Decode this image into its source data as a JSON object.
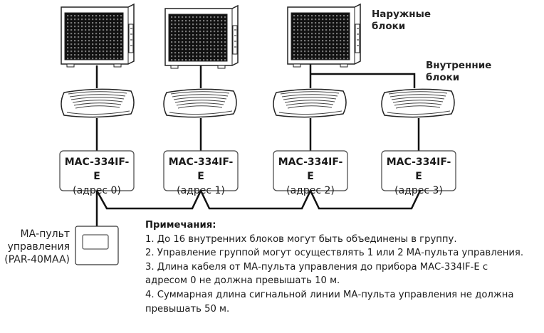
{
  "labels": {
    "outdoor": [
      "Наружные",
      "блоки"
    ],
    "indoor": [
      "Внутренние",
      "блоки"
    ]
  },
  "units": [
    {
      "model": "MAC-334IF-E",
      "address": "(адрес 0)"
    },
    {
      "model": "MAC-334IF-E",
      "address": "(адрес 1)"
    },
    {
      "model": "MAC-334IF-E",
      "address": "(адрес 2)"
    },
    {
      "model": "MAC-334IF-E",
      "address": "(адрес 3)"
    }
  ],
  "remote": {
    "lines": [
      "МА-пульт",
      "управления",
      "(PAR-40MAA)"
    ]
  },
  "notes": {
    "title": "Примечания:",
    "lines": [
      "1. До 16 внутренних блоков могут быть объединены в группу.",
      "2. Управление группой могут осуществлять 1 или 2 МА-пульта управления.",
      "3. Длина кабеля от МА-пульта управления до прибора MAC-334IF-E с",
      "адресом 0 не должна превышать 10 м.",
      "4. Суммарная длина сигнальной линии МА-пульта управления не должна",
      "превышать 50 м."
    ]
  }
}
